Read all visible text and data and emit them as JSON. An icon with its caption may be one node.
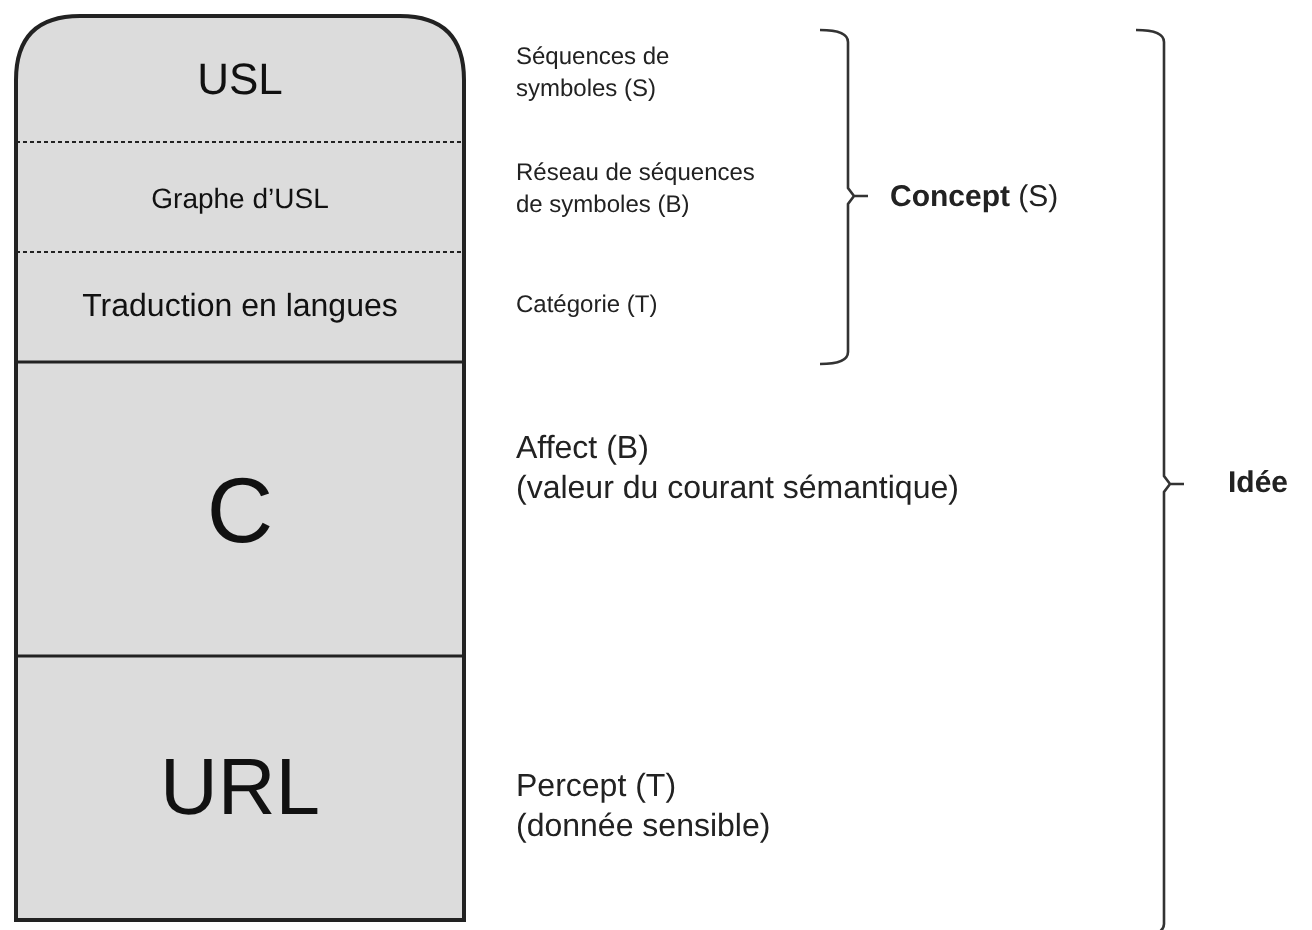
{
  "diagram": {
    "nodes": [
      {
        "text": [
          "USL"
        ]
      },
      {
        "text": [
          "Graphe d’USL"
        ]
      },
      {
        "text": [
          "Traduction en langues"
        ]
      },
      {
        "text": [
          "C"
        ]
      },
      {
        "text": [
          "URL"
        ]
      }
    ],
    "edges": [],
    "labels": [
      "Séquences de symboles (S)",
      "Réseau de séquences de symboles (B)",
      "Catégorie (T)",
      "**Concept** (S)",
      "Affect (B)",
      "(valeur du courant sémantique)",
      "Idée",
      "Percept (T)",
      "(donnée sensible)"
    ]
  }
}
